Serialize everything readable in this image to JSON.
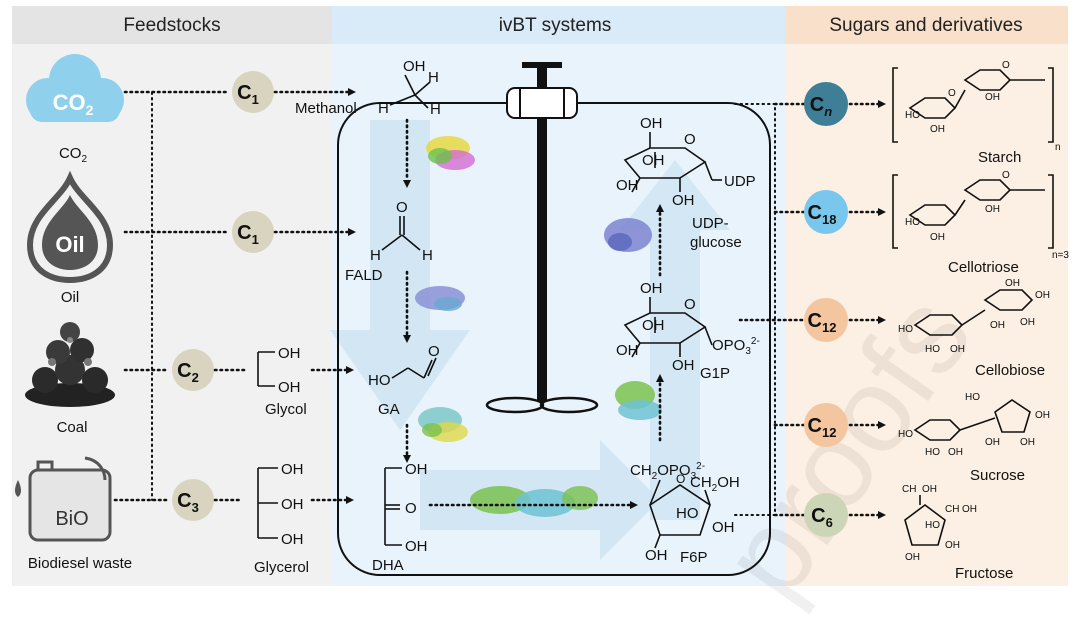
{
  "headers": {
    "feedstocks": "Feedstocks",
    "ivbt": "ivBT systems",
    "sugars": "Sugars and derivatives"
  },
  "feedstocks": {
    "co2_icon": "CO",
    "co2_icon_sub": "2",
    "co2_label": "CO",
    "co2_label_sub": "2",
    "oil_icon": "Oil",
    "oil_label": "Oil",
    "coal_label": "Coal",
    "bio_icon": "BiO",
    "bio_label": "Biodiesel waste"
  },
  "carbon_badges": [
    {
      "main": "C",
      "sub": "1"
    },
    {
      "main": "C",
      "sub": "1"
    },
    {
      "main": "C",
      "sub": "2"
    },
    {
      "main": "C",
      "sub": "3"
    }
  ],
  "intermediates": {
    "methanol": "Methanol",
    "glycol": "Glycol",
    "glycerol": "Glycerol",
    "fald": "FALD",
    "ga": "GA",
    "dha": "DHA",
    "f6p": "F6P",
    "g1p": "G1P",
    "udp_glucose_1": "UDP-",
    "udp_glucose_2": "glucose",
    "udp": "UDP"
  },
  "chem_text": {
    "oh": "OH",
    "h": "H",
    "o": "O",
    "ho": "HO",
    "opo3": "OPO",
    "opo3_sub": "3",
    "opo3_sup": "2-",
    "ch2opo3": "CH",
    "ch2oh": "CH",
    "two": "2",
    "ch2oh_tail": "OH",
    "ch2opo3_tail": "OPO"
  },
  "products": [
    {
      "main": "C",
      "sub": "n",
      "label": "Starch",
      "suffix": "n",
      "color": "#3e7f97"
    },
    {
      "main": "C",
      "sub": "18",
      "label": "Cellotriose",
      "suffix": "n=3",
      "color": "#79c7ec"
    },
    {
      "main": "C",
      "sub": "12",
      "label": "Cellobiose",
      "suffix": "",
      "color": "#f3c6a0"
    },
    {
      "main": "C",
      "sub": "12",
      "label": "Sucrose",
      "suffix": "",
      "color": "#f3c6a0"
    },
    {
      "main": "C",
      "sub": "6",
      "label": "Fructose",
      "suffix": "",
      "color": "#ccd6b6"
    }
  ],
  "watermark": "proofs",
  "colors": {
    "feed_bg": "#efefef",
    "ivbt_bg": "#e6f1fa",
    "sugar_bg": "#fbeadb",
    "badge": "#d8d4c0",
    "co2_cloud": "#8fd0ec",
    "arrow_blue": "#c3dcef"
  }
}
